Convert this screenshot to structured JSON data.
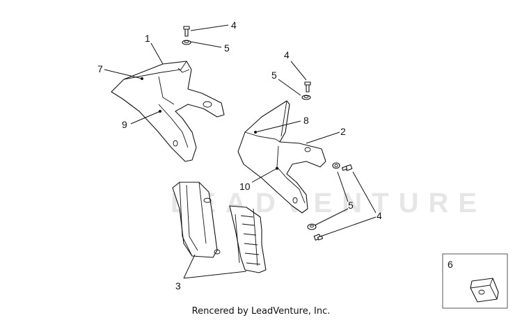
{
  "watermark": "LEADVENTURE",
  "credit": "Rencered by LeadVenture, Inc.",
  "callouts": {
    "c1": "1",
    "c2": "2",
    "c3": "3",
    "c4a": "4",
    "c4b": "4",
    "c4c": "4",
    "c5a": "5",
    "c5b": "5",
    "c5c": "5",
    "c6": "6",
    "c7": "7",
    "c8": "8",
    "c9": "9",
    "c10": "10"
  }
}
